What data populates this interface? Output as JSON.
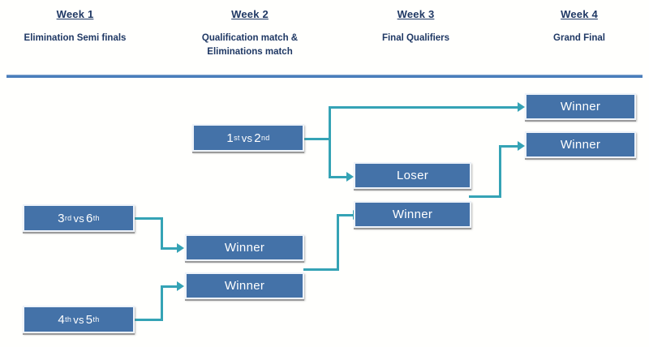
{
  "header": {
    "columns": [
      {
        "title": "Week 1",
        "subtitle": "Elimination Semi finals"
      },
      {
        "title": "Week 2",
        "subtitle": "Qualification match &\nEliminations match"
      },
      {
        "title": "Week 3",
        "subtitle": "Final Qualifiers"
      },
      {
        "title": "Week 4",
        "subtitle": "Grand Final"
      }
    ]
  },
  "bracket": {
    "nodes": {
      "w2_seeds_1_2": {
        "prefix": "1",
        "sup1": "st",
        "vs": "vs",
        "num2": "2",
        "sup2": "nd"
      },
      "w1_seeds_3_6": {
        "prefix": "3",
        "sup1": "rd",
        "vs": "vs",
        "num2": "6",
        "sup2": "th"
      },
      "w1_seeds_4_5": {
        "prefix": "4",
        "sup1": "th",
        "vs": "vs",
        "num2": "5",
        "sup2": "th"
      },
      "w2_winner_top": "Winner",
      "w2_winner_bottom": "Winner",
      "w3_loser": "Loser",
      "w3_winner": "Winner",
      "w4_winner_top": "Winner",
      "w4_winner_bottom": "Winner"
    }
  },
  "colors": {
    "box_fill": "#4472a8",
    "connector": "#35a3b5",
    "heading": "#1f3864",
    "rule": "#4a7ebb",
    "background": "#fffffd"
  }
}
